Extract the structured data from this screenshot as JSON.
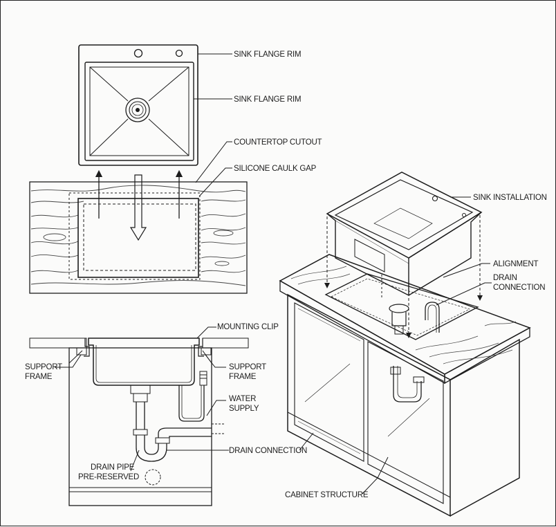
{
  "labels": {
    "sink_flange_rim_top": "SINK FLANGE RIM",
    "sink_flange_rim_bowl": "SINK FLANGE RIM",
    "countertop_cutout": "COUNTERTOP CUTOUT",
    "silicone_caulk_gap": "SILICONE CAULK GAP",
    "sink_installation": "SINK INSTALLATION",
    "alignment": "ALIGNMENT",
    "drain_connection_iso_1": "DRAIN",
    "drain_connection_iso_2": "CONNECTION",
    "mounting_clip": "MOUNTING CLIP",
    "support_frame_left_1": "SUPPORT",
    "support_frame_left_2": "FRAME",
    "support_frame_right_1": "SUPPORT",
    "support_frame_right_2": "FRAME",
    "water_supply_1": "WATER",
    "water_supply_2": "SUPPLY",
    "drain_connection_section": "DRAIN CONNECTION",
    "drain_pipe_1": "DRAIN PIPE",
    "drain_pipe_2": "PRE-RESERVED",
    "cabinet_structure": "CABINET STRUCTURE"
  },
  "colors": {
    "ink": "#1c1c1c",
    "paper": "#fbfbfa",
    "steel": "#e9e9e7"
  }
}
